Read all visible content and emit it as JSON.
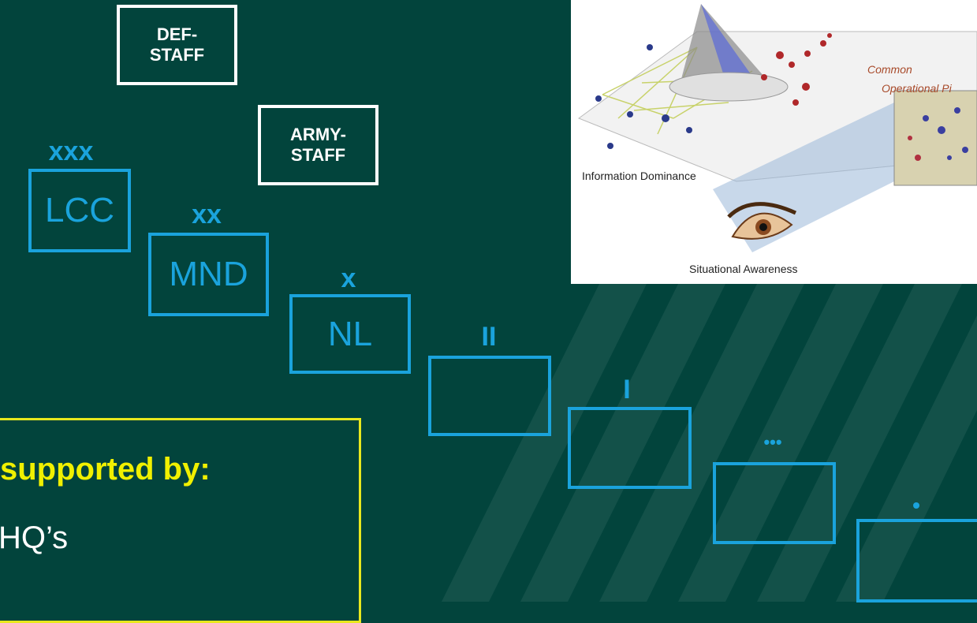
{
  "staff": {
    "def": "DEF-\nSTAFF",
    "army": "ARMY-\nSTAFF"
  },
  "echelons": [
    {
      "symbol": "xxx",
      "unit": "LCC"
    },
    {
      "symbol": "xx",
      "unit": "MND"
    },
    {
      "symbol": "x",
      "unit": "NL"
    },
    {
      "symbol": "II",
      "unit": ""
    },
    {
      "symbol": "I",
      "unit": ""
    },
    {
      "symbol": "•••",
      "unit": ""
    },
    {
      "symbol": "•",
      "unit": ""
    }
  ],
  "support_box": {
    "title": "supported by:",
    "item": "HQ’s"
  },
  "illustration": {
    "labels": {
      "common": "Common",
      "cop": "Operational Pi",
      "dominance": "Information Dominance",
      "awareness": "Situational Awareness"
    }
  },
  "colors": {
    "background": "#02443c",
    "unit": "#1aa3dc",
    "staff": "#ffffff",
    "highlight": "#e8e81e"
  }
}
